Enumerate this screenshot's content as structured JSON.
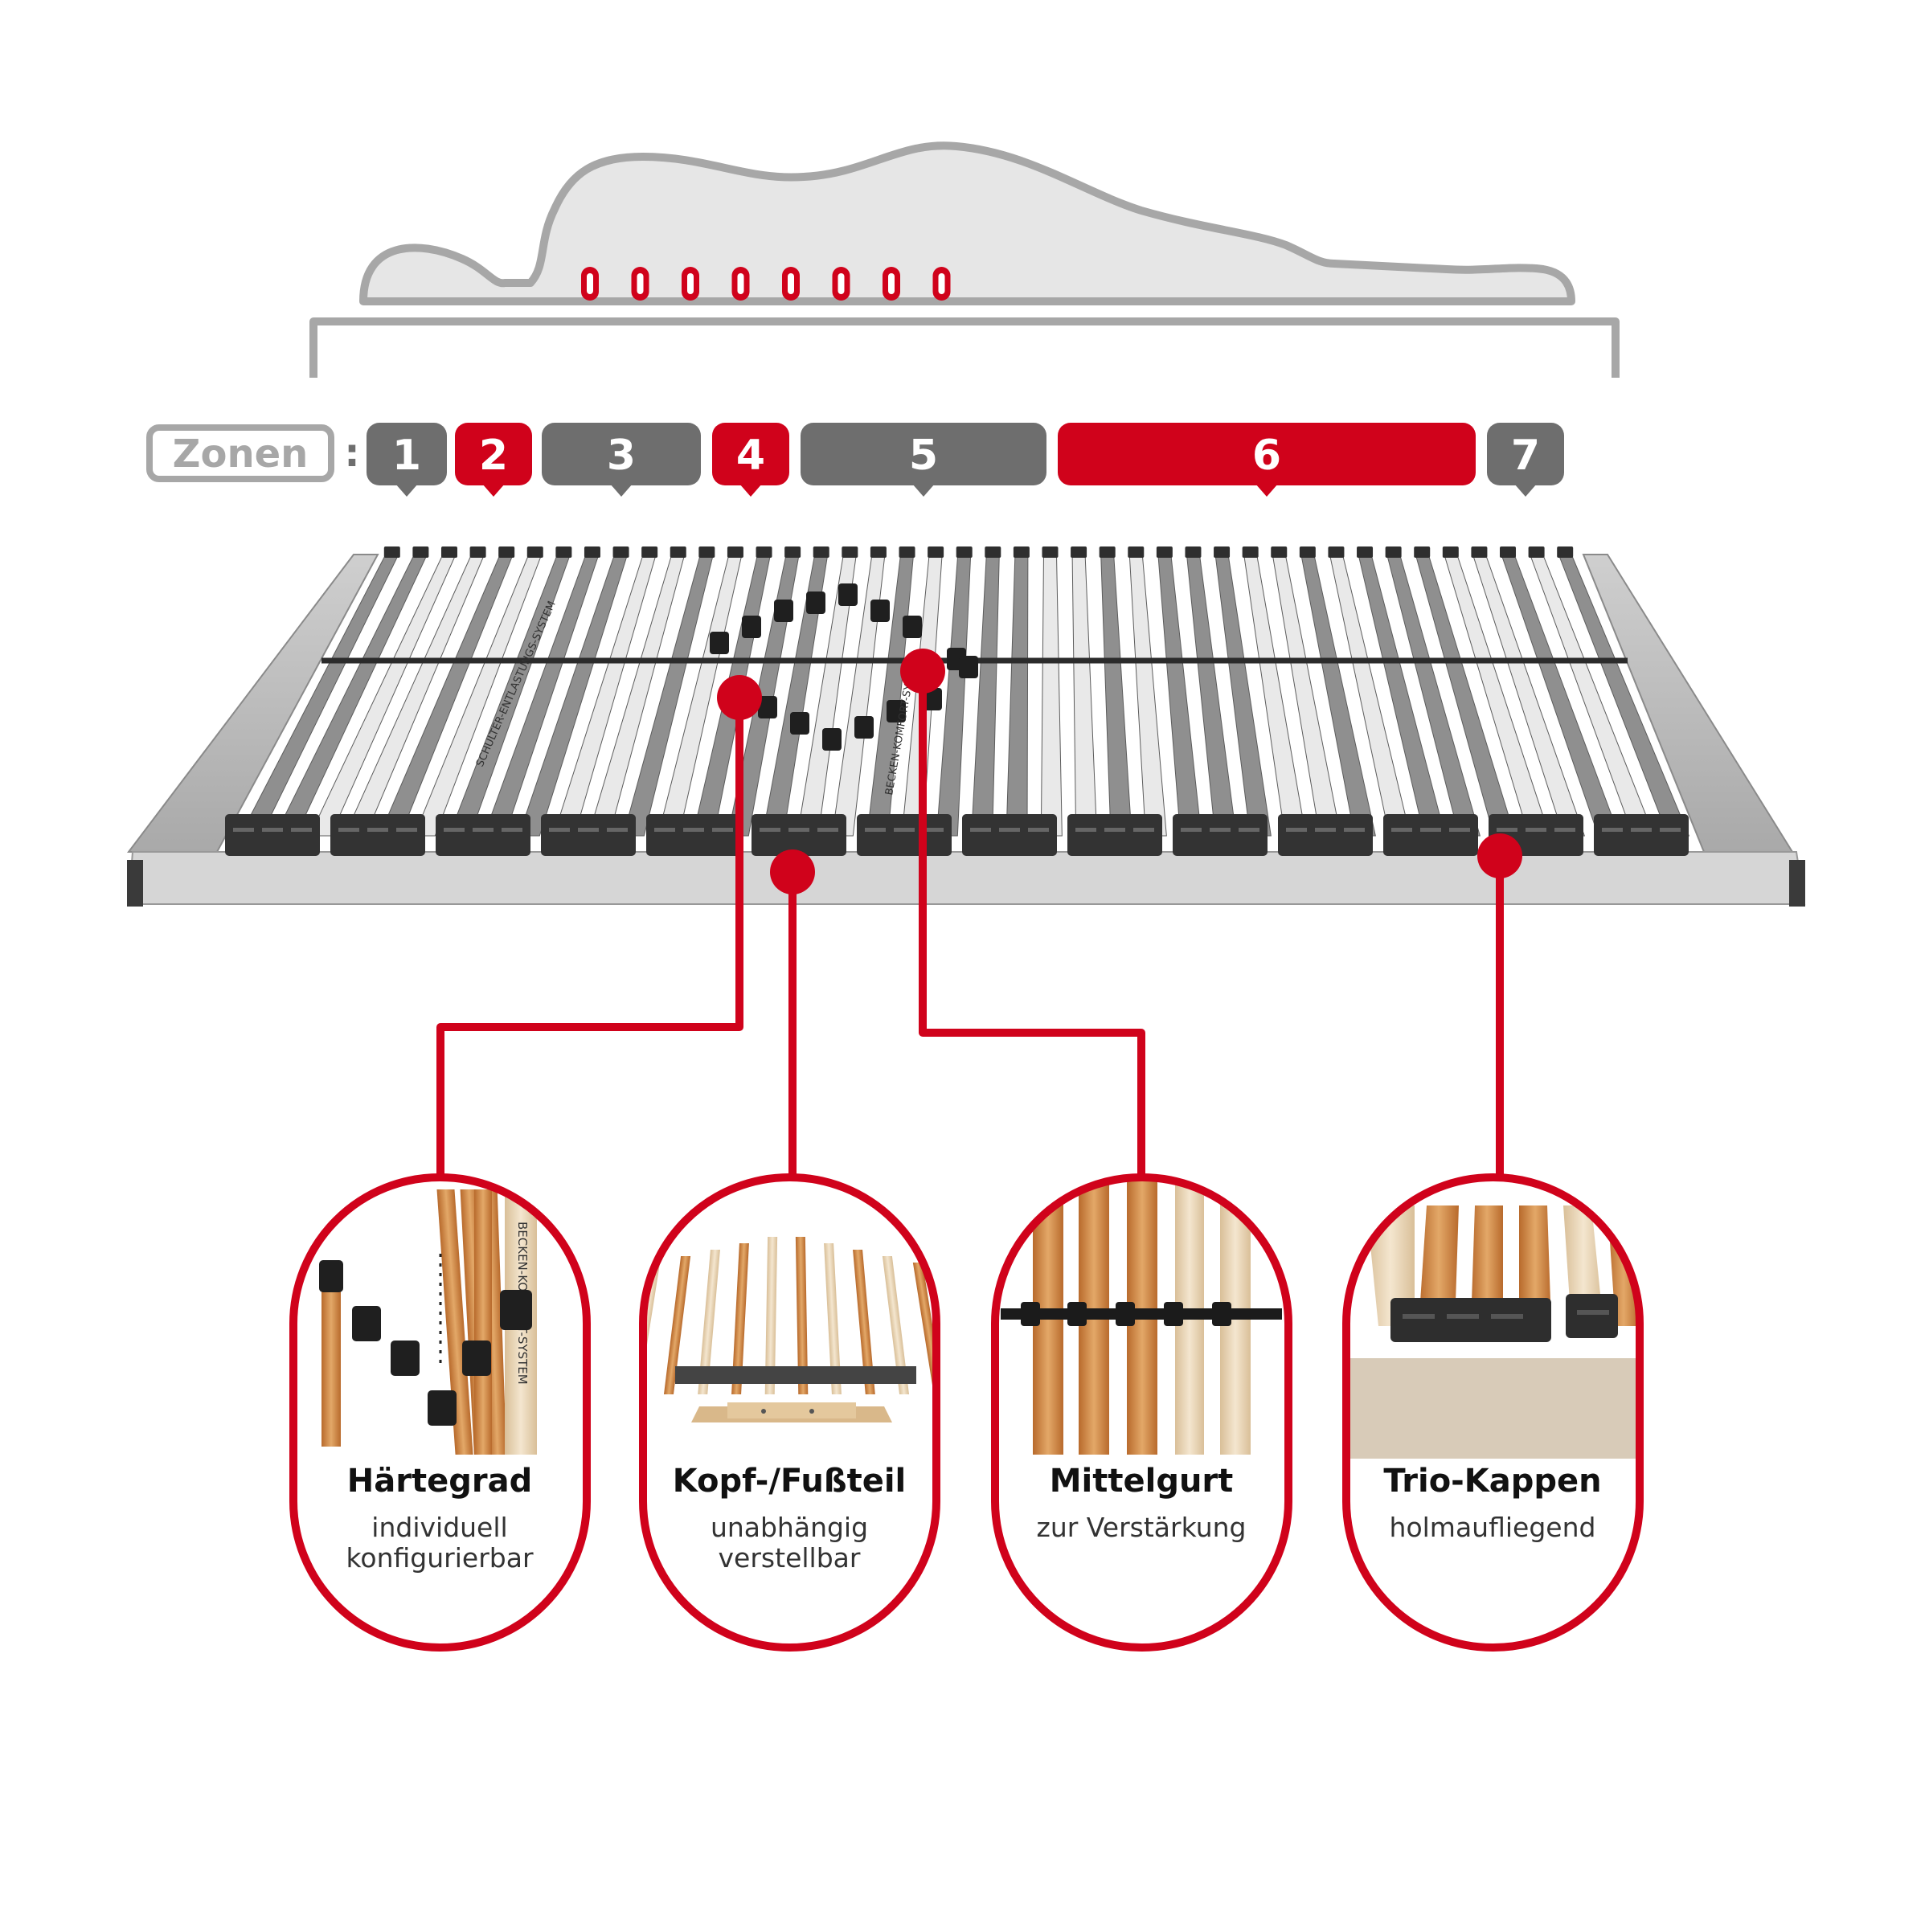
{
  "zones": {
    "label": "Zonen",
    "separator": ":",
    "items": [
      {
        "number": "1",
        "color": "#6e6e6e"
      },
      {
        "number": "2",
        "color": "#d0021b"
      },
      {
        "number": "3",
        "color": "#6e6e6e"
      },
      {
        "number": "4",
        "color": "#d0021b"
      },
      {
        "number": "5",
        "color": "#6e6e6e"
      },
      {
        "number": "6",
        "color": "#d0021b"
      },
      {
        "number": "7",
        "color": "#6e6e6e"
      }
    ]
  },
  "features": [
    {
      "title": "Härtegrad",
      "subtitle": [
        "individuell",
        "konfigurierbar"
      ],
      "image": "slat-hardness-slider-icon",
      "image_text": "BECKEN-KOMFORT-SYSTEM"
    },
    {
      "title": "Kopf-/Fußteil",
      "subtitle": [
        "unabhängig",
        "verstellbar"
      ],
      "image": "adjustable-head-foot-icon"
    },
    {
      "title": "Mittelgurt",
      "subtitle": [
        "zur Verstärkung"
      ],
      "image": "center-strap-icon"
    },
    {
      "title": "Trio-Kappen",
      "subtitle": [
        "holmaufliegend"
      ],
      "image": "trio-caps-icon"
    }
  ],
  "frame_labels": [
    "SCHULTER-ENTLASTUNGS-SYSTEM",
    "BECKEN-KOMFORT-SYSTEM"
  ],
  "colors": {
    "accent": "#d0021b",
    "zone_gray": "#6e6e6e",
    "outline": "#a7a7a7"
  }
}
